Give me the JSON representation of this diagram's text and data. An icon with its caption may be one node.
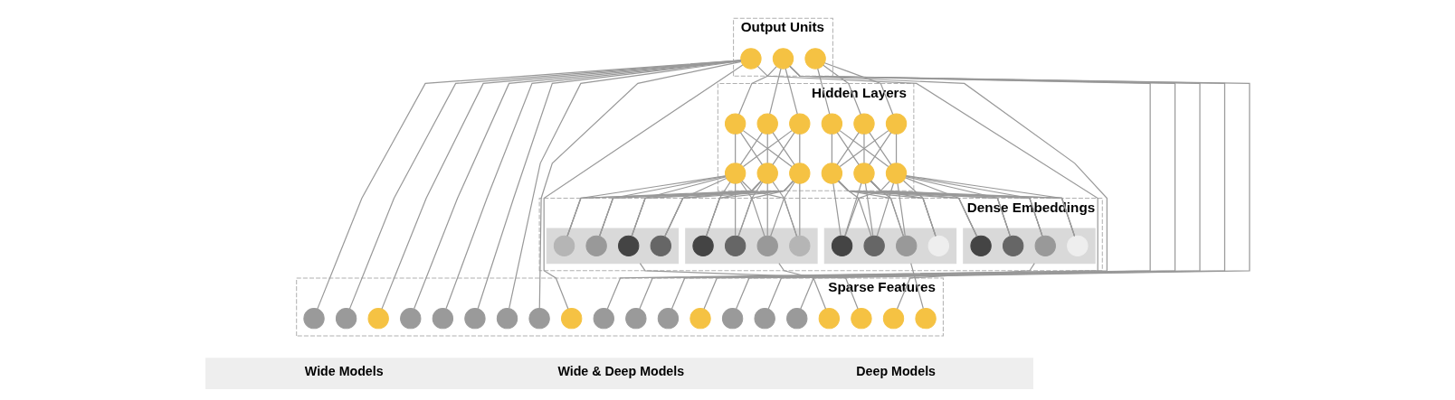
{
  "diagram": {
    "nodes": [
      {
        "text": [
          "Output Units"
        ]
      },
      {
        "text": [],
        "shape": "circle",
        "in": 0
      },
      {
        "text": [],
        "shape": "circle",
        "in": 0
      },
      {
        "text": [],
        "shape": "circle",
        "in": 0
      },
      {
        "text": [
          "Hidden Layers"
        ]
      },
      {
        "text": [],
        "shape": "circle",
        "in": 4
      },
      {
        "text": [],
        "shape": "circle",
        "in": 4
      },
      {
        "text": [],
        "shape": "circle",
        "in": 4
      },
      {
        "text": [],
        "shape": "circle",
        "in": 4
      },
      {
        "text": [],
        "shape": "circle",
        "in": 4
      },
      {
        "text": [],
        "shape": "circle",
        "in": 4
      },
      {
        "text": [],
        "shape": "circle",
        "in": 4
      },
      {
        "text": [],
        "shape": "circle",
        "in": 4
      },
      {
        "text": [],
        "shape": "circle",
        "in": 4
      },
      {
        "text": [],
        "shape": "circle",
        "in": 4
      },
      {
        "text": [],
        "shape": "circle",
        "in": 4
      },
      {
        "text": [],
        "shape": "circle",
        "in": 4
      },
      {
        "text": [
          "Dense Embeddings"
        ]
      },
      {
        "text": [],
        "shape": "box",
        "in": 17
      },
      {
        "text": [],
        "shape": "box",
        "in": 17
      },
      {
        "text": [],
        "shape": "box",
        "in": 17
      },
      {
        "text": [],
        "shape": "box",
        "in": 17
      },
      {
        "text": [],
        "shape": "circle",
        "in": 18
      },
      {
        "text": [],
        "shape": "circle",
        "in": 18
      },
      {
        "text": [],
        "shape": "circle",
        "in": 18
      },
      {
        "text": [],
        "shape": "circle",
        "in": 18
      },
      {
        "text": [],
        "shape": "circle",
        "in": 19
      },
      {
        "text": [],
        "shape": "circle",
        "in": 19
      },
      {
        "text": [],
        "shape": "circle",
        "in": 19
      },
      {
        "text": [],
        "shape": "circle",
        "in": 19
      },
      {
        "text": [],
        "shape": "circle",
        "in": 20
      },
      {
        "text": [],
        "shape": "circle",
        "in": 20
      },
      {
        "text": [],
        "shape": "circle",
        "in": 20
      },
      {
        "text": [],
        "shape": "circle",
        "in": 20
      },
      {
        "text": [],
        "shape": "circle",
        "in": 21
      },
      {
        "text": [],
        "shape": "circle",
        "in": 21
      },
      {
        "text": [],
        "shape": "circle",
        "in": 21
      },
      {
        "text": [],
        "shape": "circle",
        "in": 21
      },
      {
        "text": [
          "Sparse Features"
        ]
      },
      {
        "text": [],
        "shape": "circle",
        "in": 38
      },
      {
        "text": [],
        "shape": "circle",
        "in": 38
      },
      {
        "text": [],
        "shape": "circle",
        "in": 38
      },
      {
        "text": [],
        "shape": "circle",
        "in": 38
      },
      {
        "text": [],
        "shape": "circle",
        "in": 38
      },
      {
        "text": [],
        "shape": "circle",
        "in": 38
      },
      {
        "text": [],
        "shape": "circle",
        "in": 38
      },
      {
        "text": [],
        "shape": "circle",
        "in": 38
      },
      {
        "text": [],
        "shape": "circle",
        "in": 38
      },
      {
        "text": [],
        "shape": "circle",
        "in": 38
      },
      {
        "text": [],
        "shape": "circle",
        "in": 38
      },
      {
        "text": [],
        "shape": "circle",
        "in": 38
      },
      {
        "text": [],
        "shape": "circle",
        "in": 38
      },
      {
        "text": [],
        "shape": "circle",
        "in": 38
      },
      {
        "text": [],
        "shape": "circle",
        "in": 38
      },
      {
        "text": [],
        "shape": "circle",
        "in": 38
      },
      {
        "text": [],
        "shape": "circle",
        "in": 38
      },
      {
        "text": [],
        "shape": "circle",
        "in": 38
      },
      {
        "text": [],
        "shape": "circle",
        "in": 38
      },
      {
        "text": [],
        "shape": "circle",
        "in": 38
      },
      {
        "text": [
          "Wide Models",
          "Wide & Deep Models",
          "Deep Models"
        ]
      }
    ],
    "edges": [
      {
        "from": 1,
        "to": 39,
        "arrow": "none"
      },
      {
        "from": 1,
        "to": 40,
        "arrow": "none"
      },
      {
        "from": 1,
        "to": 41,
        "arrow": "none"
      },
      {
        "from": 1,
        "to": 42,
        "arrow": "none"
      },
      {
        "from": 1,
        "to": 43,
        "arrow": "none"
      },
      {
        "from": 1,
        "to": 44,
        "arrow": "none"
      },
      {
        "from": 1,
        "to": 45,
        "arrow": "none"
      },
      {
        "from": 1,
        "to": 46,
        "arrow": "none"
      },
      {
        "from": 1,
        "to": 47,
        "arrow": "none"
      },
      {
        "from": 1,
        "to": 48,
        "arrow": "none"
      },
      {
        "from": 2,
        "to": 49,
        "arrow": "none"
      },
      {
        "from": 2,
        "to": 50,
        "arrow": "none"
      },
      {
        "from": 2,
        "to": 51,
        "arrow": "none"
      },
      {
        "from": 2,
        "to": 52,
        "arrow": "none"
      },
      {
        "from": 2,
        "to": 53,
        "arrow": "none"
      },
      {
        "from": 2,
        "to": 54,
        "arrow": "none"
      },
      {
        "from": 2,
        "to": 5,
        "arrow": "none"
      },
      {
        "from": 2,
        "to": 6,
        "arrow": "none"
      },
      {
        "from": 2,
        "to": 7,
        "arrow": "none"
      },
      {
        "from": 5,
        "to": 11,
        "arrow": "none"
      },
      {
        "from": 5,
        "to": 12,
        "arrow": "none"
      },
      {
        "from": 5,
        "to": 13,
        "arrow": "none"
      },
      {
        "from": 6,
        "to": 11,
        "arrow": "none"
      },
      {
        "from": 6,
        "to": 12,
        "arrow": "none"
      },
      {
        "from": 6,
        "to": 13,
        "arrow": "none"
      },
      {
        "from": 7,
        "to": 11,
        "arrow": "none"
      },
      {
        "from": 7,
        "to": 12,
        "arrow": "none"
      },
      {
        "from": 7,
        "to": 13,
        "arrow": "none"
      },
      {
        "from": 11,
        "to": 22,
        "arrow": "none"
      },
      {
        "from": 11,
        "to": 23,
        "arrow": "none"
      },
      {
        "from": 11,
        "to": 24,
        "arrow": "none"
      },
      {
        "from": 11,
        "to": 25,
        "arrow": "none"
      },
      {
        "from": 11,
        "to": 26,
        "arrow": "none"
      },
      {
        "from": 11,
        "to": 27,
        "arrow": "none"
      },
      {
        "from": 11,
        "to": 28,
        "arrow": "none"
      },
      {
        "from": 11,
        "to": 29,
        "arrow": "none"
      },
      {
        "from": 12,
        "to": 22,
        "arrow": "none"
      },
      {
        "from": 12,
        "to": 23,
        "arrow": "none"
      },
      {
        "from": 12,
        "to": 24,
        "arrow": "none"
      },
      {
        "from": 12,
        "to": 25,
        "arrow": "none"
      },
      {
        "from": 12,
        "to": 26,
        "arrow": "none"
      },
      {
        "from": 12,
        "to": 27,
        "arrow": "none"
      },
      {
        "from": 12,
        "to": 28,
        "arrow": "none"
      },
      {
        "from": 12,
        "to": 29,
        "arrow": "none"
      },
      {
        "from": 13,
        "to": 22,
        "arrow": "none"
      },
      {
        "from": 13,
        "to": 23,
        "arrow": "none"
      },
      {
        "from": 13,
        "to": 24,
        "arrow": "none"
      },
      {
        "from": 13,
        "to": 25,
        "arrow": "none"
      },
      {
        "from": 13,
        "to": 26,
        "arrow": "none"
      },
      {
        "from": 13,
        "to": 27,
        "arrow": "none"
      },
      {
        "from": 13,
        "to": 28,
        "arrow": "none"
      },
      {
        "from": 13,
        "to": 29,
        "arrow": "none"
      },
      {
        "from": 18,
        "to": 55,
        "arrow": "none"
      },
      {
        "from": 19,
        "to": 56,
        "arrow": "none"
      },
      {
        "from": 3,
        "to": 8,
        "arrow": "none"
      },
      {
        "from": 3,
        "to": 9,
        "arrow": "none"
      },
      {
        "from": 3,
        "to": 10,
        "arrow": "none"
      },
      {
        "from": 8,
        "to": 14,
        "arrow": "none"
      },
      {
        "from": 8,
        "to": 15,
        "arrow": "none"
      },
      {
        "from": 8,
        "to": 16,
        "arrow": "none"
      },
      {
        "from": 9,
        "to": 14,
        "arrow": "none"
      },
      {
        "from": 9,
        "to": 15,
        "arrow": "none"
      },
      {
        "from": 9,
        "to": 16,
        "arrow": "none"
      },
      {
        "from": 10,
        "to": 14,
        "arrow": "none"
      },
      {
        "from": 10,
        "to": 15,
        "arrow": "none"
      },
      {
        "from": 10,
        "to": 16,
        "arrow": "none"
      },
      {
        "from": 14,
        "to": 30,
        "arrow": "none"
      },
      {
        "from": 14,
        "to": 31,
        "arrow": "none"
      },
      {
        "from": 14,
        "to": 32,
        "arrow": "none"
      },
      {
        "from": 14,
        "to": 33,
        "arrow": "none"
      },
      {
        "from": 14,
        "to": 34,
        "arrow": "none"
      },
      {
        "from": 14,
        "to": 35,
        "arrow": "none"
      },
      {
        "from": 14,
        "to": 36,
        "arrow": "none"
      },
      {
        "from": 14,
        "to": 37,
        "arrow": "none"
      },
      {
        "from": 15,
        "to": 30,
        "arrow": "none"
      },
      {
        "from": 15,
        "to": 31,
        "arrow": "none"
      },
      {
        "from": 15,
        "to": 32,
        "arrow": "none"
      },
      {
        "from": 15,
        "to": 33,
        "arrow": "none"
      },
      {
        "from": 15,
        "to": 34,
        "arrow": "none"
      },
      {
        "from": 15,
        "to": 35,
        "arrow": "none"
      },
      {
        "from": 15,
        "to": 36,
        "arrow": "none"
      },
      {
        "from": 15,
        "to": 37,
        "arrow": "none"
      },
      {
        "from": 16,
        "to": 30,
        "arrow": "none"
      },
      {
        "from": 16,
        "to": 31,
        "arrow": "none"
      },
      {
        "from": 16,
        "to": 32,
        "arrow": "none"
      },
      {
        "from": 16,
        "to": 33,
        "arrow": "none"
      },
      {
        "from": 16,
        "to": 34,
        "arrow": "none"
      },
      {
        "from": 16,
        "to": 35,
        "arrow": "none"
      },
      {
        "from": 16,
        "to": 36,
        "arrow": "none"
      },
      {
        "from": 16,
        "to": 37,
        "arrow": "none"
      },
      {
        "from": 20,
        "to": 57,
        "arrow": "none"
      },
      {
        "from": 21,
        "to": 58,
        "arrow": "none"
      }
    ]
  }
}
